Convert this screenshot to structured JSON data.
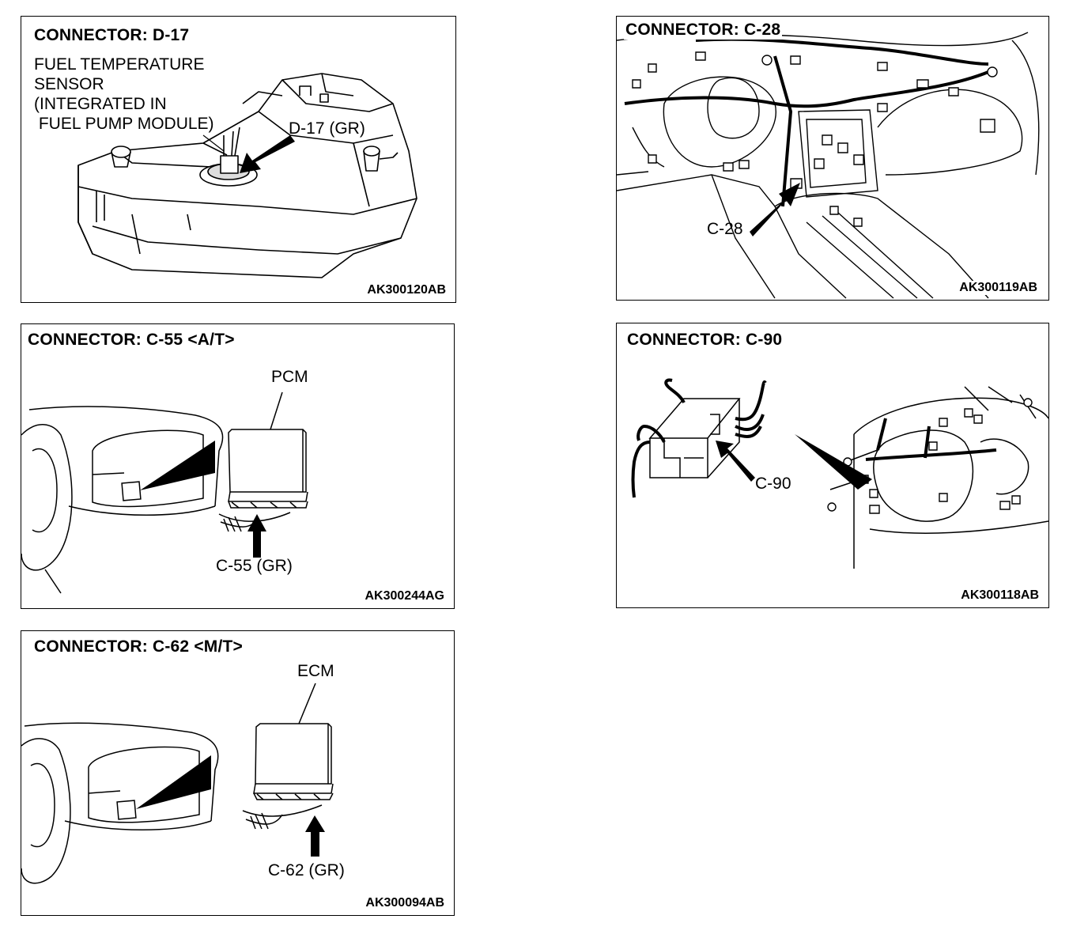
{
  "panels": {
    "d17": {
      "title": "CONNECTOR: D-17",
      "code": "AK300120AB",
      "component_label": [
        "FUEL TEMPERATURE",
        "SENSOR",
        "(INTEGRATED IN",
        " FUEL PUMP MODULE)"
      ],
      "connector_label": "D-17 (GR)"
    },
    "c28": {
      "title": "CONNECTOR: C-28",
      "code": "AK300119AB",
      "connector_label": "C-28"
    },
    "c55": {
      "title": "CONNECTOR: C-55 <A/T>",
      "code": "AK300244AG",
      "module_label": "PCM",
      "connector_label": "C-55 (GR)"
    },
    "c90": {
      "title": "CONNECTOR: C-90",
      "code": "AK300118AB",
      "connector_label": "C-90"
    },
    "c62": {
      "title": "CONNECTOR: C-62 <M/T>",
      "code": "AK300094AB",
      "module_label": "ECM",
      "connector_label": "C-62 (GR)"
    }
  }
}
